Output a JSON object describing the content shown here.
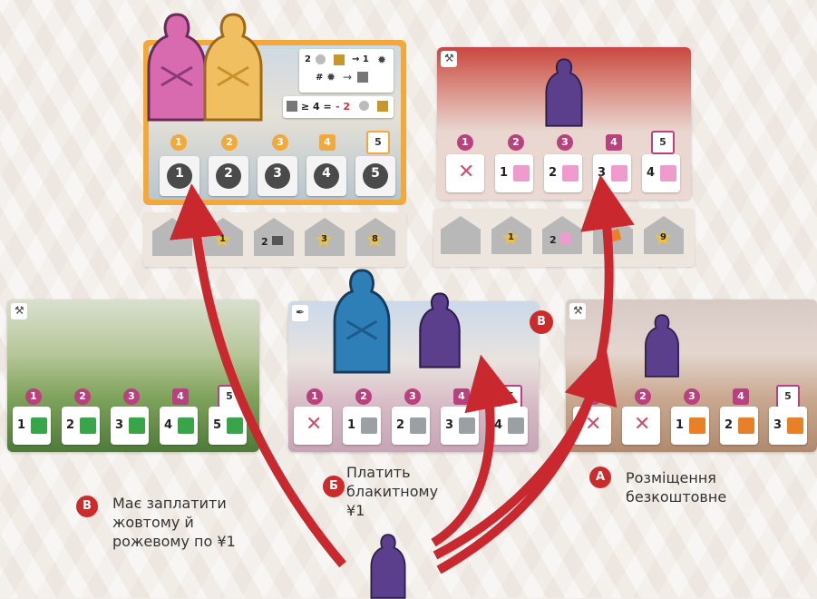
{
  "colors": {
    "pink": "#d86bb0",
    "yellow": "#e8b245",
    "blue": "#2e7fb8",
    "purple": "#5b3f8c",
    "arrow": "#c8282e",
    "green": "#3aa44a",
    "orange": "#e8802a",
    "badge": "#cc2b2b"
  },
  "card_top_left": {
    "bonus_line1": "2",
    "bonus_line1b": "→ 1",
    "bonus_line2": "#",
    "bonus_line3": "≥ 4 =",
    "bonus_line3b": "- 2",
    "slots": [
      "1",
      "2",
      "3",
      "4",
      "5"
    ],
    "gear_values": [
      "1",
      "2",
      "3",
      "4",
      "5"
    ]
  },
  "lane_top_left": {
    "stars": [
      "1",
      "3",
      "8"
    ],
    "mid": "2"
  },
  "card_top_right": {
    "slots": [
      "1",
      "2",
      "3",
      "4",
      "5"
    ],
    "values": [
      "",
      "1",
      "2",
      "3",
      "4"
    ]
  },
  "lane_top_right": {
    "stars": [
      "1",
      "9"
    ],
    "mid": "2"
  },
  "card_mid_left": {
    "slots": [
      "1",
      "2",
      "3",
      "4",
      "5"
    ],
    "values": [
      "1",
      "2",
      "3",
      "4",
      "5"
    ]
  },
  "card_mid_center": {
    "slots": [
      "1",
      "2",
      "3",
      "4",
      "5"
    ],
    "values": [
      "",
      "1",
      "2",
      "3",
      "4"
    ]
  },
  "card_mid_right": {
    "slots": [
      "1",
      "2",
      "3",
      "4",
      "5"
    ],
    "values": [
      "",
      "",
      "1",
      "2",
      "3"
    ]
  },
  "labels": {
    "a_badge": "A",
    "a_text": [
      "Розміщення",
      "безкоштовне"
    ],
    "b_badge": "Б",
    "b_text": [
      "Платить",
      "блакитному",
      "¥1"
    ],
    "v_badge": "В",
    "v_text": [
      "Має заплатити",
      "жовтому й",
      "рожевому по ¥1"
    ],
    "v_badge_top": "В"
  }
}
